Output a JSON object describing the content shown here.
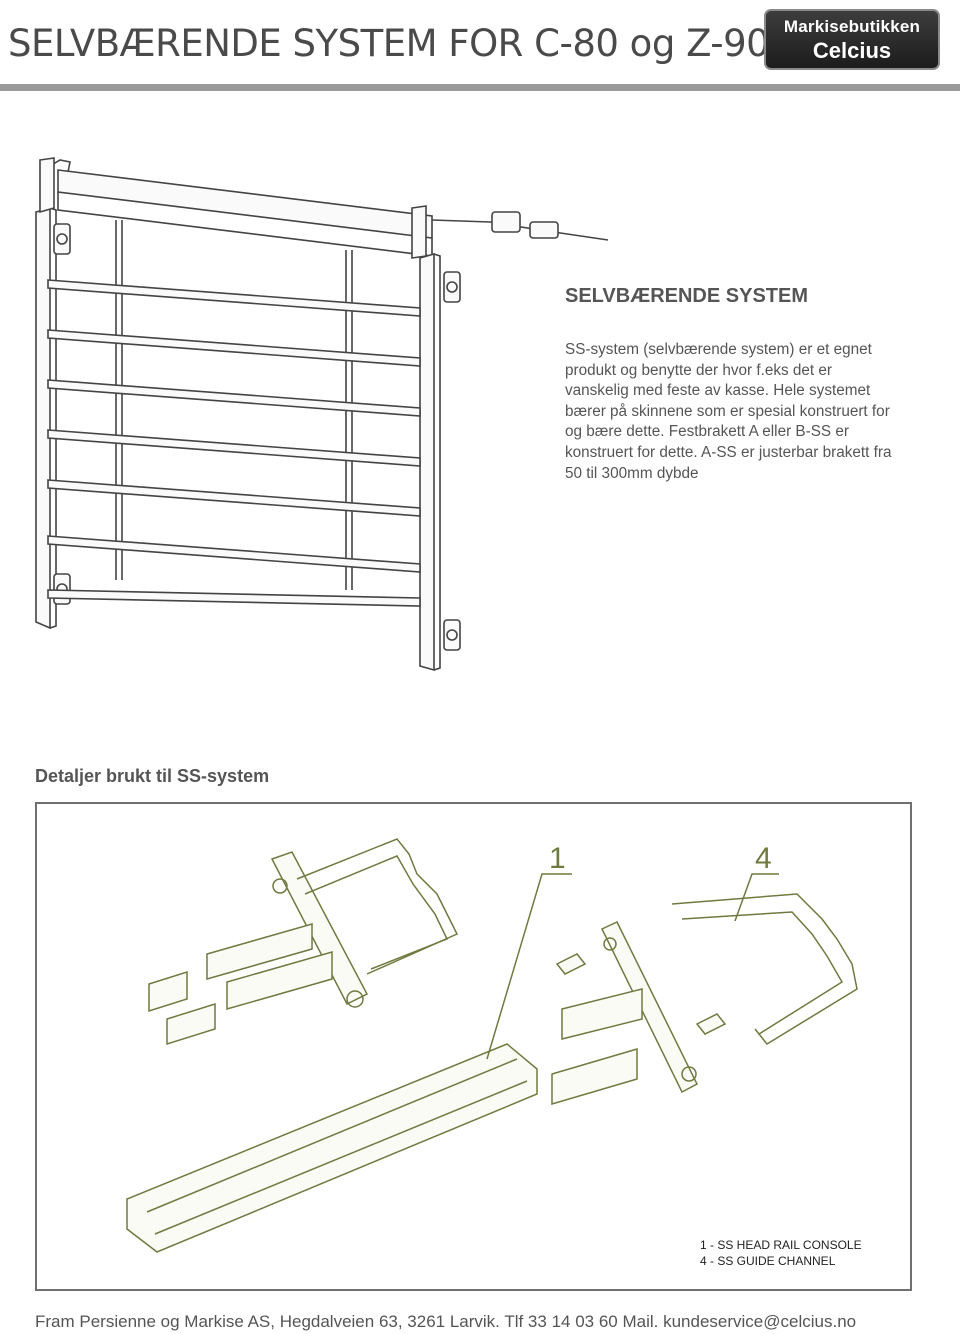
{
  "header": {
    "title": "SELVBÆRENDE SYSTEM FOR C-80 og Z-90",
    "logo_line1": "Markisebutikken",
    "logo_line2": "Celcius"
  },
  "intro": {
    "heading": "SELVBÆRENDE SYSTEM",
    "body": "SS-system (selvbærende system) er et egnet produkt og benytte der hvor f.eks det er vanskelig med feste av kasse. Hele systemet bærer på skinnene som er spesial konstruert for og bære dette. Festbrakett A eller B-SS er konstruert for dette. A-SS  er justerbar brakett fra 50 til 300mm dybde"
  },
  "details": {
    "heading": "Detaljer brukt til SS-system",
    "callouts": [
      "1",
      "4"
    ],
    "legend": [
      "1 - SS HEAD RAIL CONSOLE",
      "4 - SS GUIDE CHANNEL"
    ]
  },
  "footer": {
    "text": "Fram Persienne og Markise AS, Hegdalveien 63, 3261 Larvik. Tlf 33 14 03 60 Mail. kundeservice@celcius.no"
  },
  "colors": {
    "title_text": "#4a4a4a",
    "rule": "#9a9a9a",
    "drawing_line": "#444444",
    "detail_line": "#6f7a40",
    "logo_bg": "#2a2a2a"
  }
}
